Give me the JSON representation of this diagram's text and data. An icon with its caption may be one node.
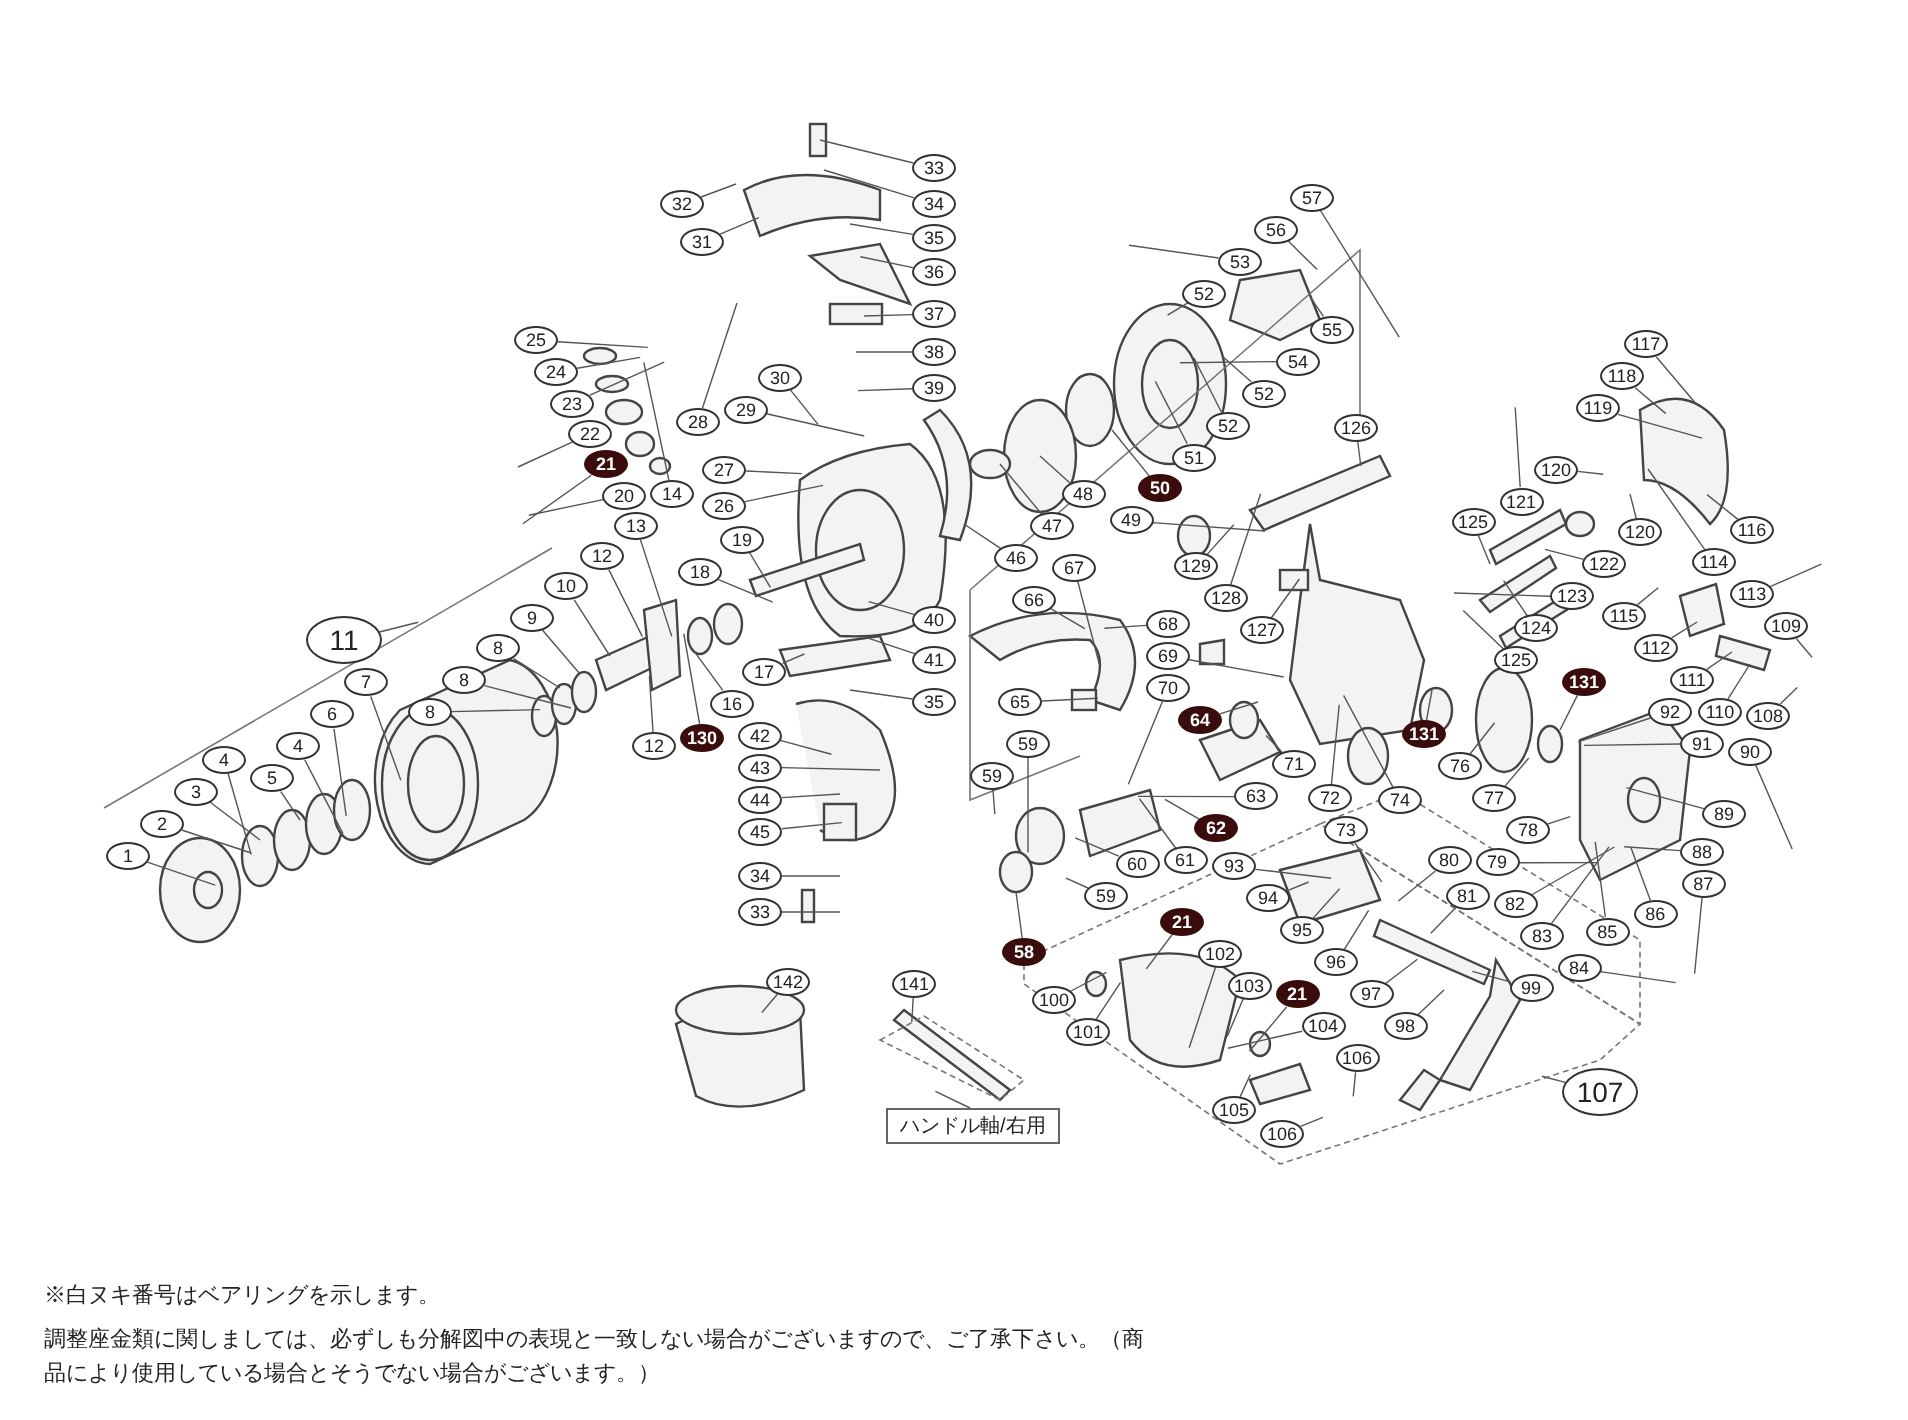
{
  "diagram": {
    "nodes": [
      {
        "text": [
          "33"
        ]
      },
      {
        "text": [
          "34"
        ]
      },
      {
        "text": [
          "32"
        ]
      },
      {
        "text": [
          "35"
        ]
      },
      {
        "text": [
          "31"
        ]
      },
      {
        "text": [
          "36"
        ]
      },
      {
        "text": [
          "37"
        ]
      },
      {
        "text": [
          "38"
        ]
      },
      {
        "text": [
          "25"
        ]
      },
      {
        "text": [
          "30"
        ]
      },
      {
        "text": [
          "39"
        ]
      },
      {
        "text": [
          "24"
        ]
      },
      {
        "text": [
          "29"
        ]
      },
      {
        "text": [
          "23"
        ]
      },
      {
        "text": [
          "28"
        ]
      },
      {
        "text": [
          "22"
        ]
      },
      {
        "text": [
          "27"
        ]
      },
      {
        "text": [
          "21"
        ]
      },
      {
        "text": [
          "20"
        ]
      },
      {
        "text": [
          "26"
        ]
      },
      {
        "text": [
          "19"
        ]
      },
      {
        "text": [
          "14"
        ]
      },
      {
        "text": [
          "13"
        ]
      },
      {
        "text": [
          "12"
        ]
      },
      {
        "text": [
          "18"
        ]
      },
      {
        "text": [
          "10"
        ]
      },
      {
        "text": [
          "9"
        ]
      },
      {
        "text": [
          "8"
        ]
      },
      {
        "text": [
          "8"
        ]
      },
      {
        "text": [
          "8"
        ]
      },
      {
        "text": [
          "11"
        ]
      },
      {
        "text": [
          "7"
        ]
      },
      {
        "text": [
          "6"
        ]
      },
      {
        "text": [
          "4"
        ]
      },
      {
        "text": [
          "5"
        ]
      },
      {
        "text": [
          "4"
        ]
      },
      {
        "text": [
          "3"
        ]
      },
      {
        "text": [
          "2"
        ]
      },
      {
        "text": [
          "1"
        ]
      },
      {
        "text": [
          "40"
        ]
      },
      {
        "text": [
          "41"
        ]
      },
      {
        "text": [
          "17"
        ]
      },
      {
        "text": [
          "16"
        ]
      },
      {
        "text": [
          "35"
        ]
      },
      {
        "text": [
          "130"
        ]
      },
      {
        "text": [
          "12"
        ]
      },
      {
        "text": [
          "42"
        ]
      },
      {
        "text": [
          "43"
        ]
      },
      {
        "text": [
          "44"
        ]
      },
      {
        "text": [
          "45"
        ]
      },
      {
        "text": [
          "34"
        ]
      },
      {
        "text": [
          "33"
        ]
      },
      {
        "text": [
          "57"
        ]
      },
      {
        "text": [
          "56"
        ]
      },
      {
        "text": [
          "53"
        ]
      },
      {
        "text": [
          "52"
        ]
      },
      {
        "text": [
          "55"
        ]
      },
      {
        "text": [
          "54"
        ]
      },
      {
        "text": [
          "52"
        ]
      },
      {
        "text": [
          "52"
        ]
      },
      {
        "text": [
          "51"
        ]
      },
      {
        "text": [
          "50"
        ]
      },
      {
        "text": [
          "49"
        ]
      },
      {
        "text": [
          "48"
        ]
      },
      {
        "text": [
          "47"
        ]
      },
      {
        "text": [
          "46"
        ]
      },
      {
        "text": [
          "126"
        ]
      },
      {
        "text": [
          "117"
        ]
      },
      {
        "text": [
          "118"
        ]
      },
      {
        "text": [
          "119"
        ]
      },
      {
        "text": [
          "121"
        ]
      },
      {
        "text": [
          "120"
        ]
      },
      {
        "text": [
          "125"
        ]
      },
      {
        "text": [
          "120"
        ]
      },
      {
        "text": [
          "116"
        ]
      },
      {
        "text": [
          "129"
        ]
      },
      {
        "text": [
          "122"
        ]
      },
      {
        "text": [
          "114"
        ]
      },
      {
        "text": [
          "128"
        ]
      },
      {
        "text": [
          "113"
        ]
      },
      {
        "text": [
          "123"
        ]
      },
      {
        "text": [
          "66"
        ]
      },
      {
        "text": [
          "67"
        ]
      },
      {
        "text": [
          "109"
        ]
      },
      {
        "text": [
          "124"
        ]
      },
      {
        "text": [
          "127"
        ]
      },
      {
        "text": [
          "68"
        ]
      },
      {
        "text": [
          "115"
        ]
      },
      {
        "text": [
          "125"
        ]
      },
      {
        "text": [
          "112"
        ]
      },
      {
        "text": [
          "69"
        ]
      },
      {
        "text": [
          "111"
        ]
      },
      {
        "text": [
          "70"
        ]
      },
      {
        "text": [
          "131"
        ]
      },
      {
        "text": [
          "110"
        ]
      },
      {
        "text": [
          "65"
        ]
      },
      {
        "text": [
          "64"
        ]
      },
      {
        "text": [
          "92"
        ]
      },
      {
        "text": [
          "108"
        ]
      },
      {
        "text": [
          "91"
        ]
      },
      {
        "text": [
          "90"
        ]
      },
      {
        "text": [
          "59"
        ]
      },
      {
        "text": [
          "131"
        ]
      },
      {
        "text": [
          "59"
        ]
      },
      {
        "text": [
          "76"
        ]
      },
      {
        "text": [
          "71"
        ]
      },
      {
        "text": [
          "77"
        ]
      },
      {
        "text": [
          "74"
        ]
      },
      {
        "text": [
          "72"
        ]
      },
      {
        "text": [
          "63"
        ]
      },
      {
        "text": [
          "89"
        ]
      },
      {
        "text": [
          "78"
        ]
      },
      {
        "text": [
          "73"
        ]
      },
      {
        "text": [
          "62"
        ]
      },
      {
        "text": [
          "79"
        ]
      },
      {
        "text": [
          "61"
        ]
      },
      {
        "text": [
          "80"
        ]
      },
      {
        "text": [
          "88"
        ]
      },
      {
        "text": [
          "60"
        ]
      },
      {
        "text": [
          "87"
        ]
      },
      {
        "text": [
          "59"
        ]
      },
      {
        "text": [
          "81"
        ]
      },
      {
        "text": [
          "93"
        ]
      },
      {
        "text": [
          "82"
        ]
      },
      {
        "text": [
          "86"
        ]
      },
      {
        "text": [
          "58"
        ]
      },
      {
        "text": [
          "94"
        ]
      },
      {
        "text": [
          "21"
        ]
      },
      {
        "text": [
          "83"
        ]
      },
      {
        "text": [
          "85"
        ]
      },
      {
        "text": [
          "95"
        ]
      },
      {
        "text": [
          "84"
        ]
      },
      {
        "text": [
          "102"
        ]
      },
      {
        "text": [
          "96"
        ]
      },
      {
        "text": [
          "103"
        ]
      },
      {
        "text": [
          "97"
        ]
      },
      {
        "text": [
          "141"
        ]
      },
      {
        "text": [
          "142"
        ]
      },
      {
        "text": [
          "99"
        ]
      },
      {
        "text": [
          "21"
        ]
      },
      {
        "text": [
          "98"
        ]
      },
      {
        "text": [
          "100"
        ]
      },
      {
        "text": [
          "104"
        ]
      },
      {
        "text": [
          "101"
        ]
      },
      {
        "text": [
          "106"
        ]
      },
      {
        "text": [
          "107"
        ]
      },
      {
        "text": [
          "105"
        ]
      },
      {
        "text": [
          "106"
        ]
      },
      {
        "text": [
          "ハンドル軸/右用"
        ]
      }
    ],
    "edges": [
      {
        "from": 0,
        "to": null,
        "arrow": "none"
      },
      {
        "from": 1,
        "to": null,
        "arrow": "none"
      },
      {
        "from": 2,
        "to": null,
        "arrow": "none"
      },
      {
        "from": 3,
        "to": null,
        "arrow": "none"
      },
      {
        "from": 4,
        "to": null,
        "arrow": "none"
      },
      {
        "from": 5,
        "to": null,
        "arrow": "none"
      },
      {
        "from": 6,
        "to": null,
        "arrow": "none"
      },
      {
        "from": 7,
        "to": null,
        "arrow": "none"
      },
      {
        "from": 8,
        "to": null,
        "arrow": "none"
      },
      {
        "from": 9,
        "to": null,
        "arrow": "none"
      },
      {
        "from": 10,
        "to": null,
        "arrow": "none"
      },
      {
        "from": 11,
        "to": null,
        "arrow": "none"
      },
      {
        "from": 12,
        "to": null,
        "arrow": "none"
      },
      {
        "from": 13,
        "to": null,
        "arrow": "none"
      },
      {
        "from": 14,
        "to": null,
        "arrow": "none"
      },
      {
        "from": 15,
        "to": null,
        "arrow": "none"
      },
      {
        "from": 16,
        "to": null,
        "arrow": "none"
      },
      {
        "from": 17,
        "to": null,
        "arrow": "none"
      },
      {
        "from": 18,
        "to": null,
        "arrow": "none"
      },
      {
        "from": 19,
        "to": null,
        "arrow": "none"
      },
      {
        "from": 20,
        "to": null,
        "arrow": "none"
      },
      {
        "from": 21,
        "to": null,
        "arrow": "none"
      },
      {
        "from": 22,
        "to": null,
        "arrow": "none"
      },
      {
        "from": 23,
        "to": null,
        "arrow": "none"
      },
      {
        "from": 24,
        "to": null,
        "arrow": "none"
      },
      {
        "from": 25,
        "to": null,
        "arrow": "none"
      },
      {
        "from": 26,
        "to": null,
        "arrow": "none"
      },
      {
        "from": 27,
        "to": null,
        "arrow": "none"
      },
      {
        "from": 28,
        "to": null,
        "arrow": "none"
      },
      {
        "from": 29,
        "to": null,
        "arrow": "none"
      },
      {
        "from": 30,
        "to": null,
        "arrow": "none"
      },
      {
        "from": 31,
        "to": null,
        "arrow": "none"
      },
      {
        "from": 32,
        "to": null,
        "arrow": "none"
      },
      {
        "from": 33,
        "to": null,
        "arrow": "none"
      },
      {
        "from": 34,
        "to": null,
        "arrow": "none"
      },
      {
        "from": 35,
        "to": null,
        "arrow": "none"
      },
      {
        "from": 36,
        "to": null,
        "arrow": "none"
      },
      {
        "from": 37,
        "to": null,
        "arrow": "none"
      },
      {
        "from": 38,
        "to": null,
        "arrow": "none"
      },
      {
        "from": 39,
        "to": null,
        "arrow": "none"
      },
      {
        "from": 40,
        "to": null,
        "arrow": "none"
      },
      {
        "from": 41,
        "to": null,
        "arrow": "none"
      },
      {
        "from": 42,
        "to": null,
        "arrow": "none"
      },
      {
        "from": 43,
        "to": null,
        "arrow": "none"
      },
      {
        "from": 44,
        "to": null,
        "arrow": "none"
      },
      {
        "from": 45,
        "to": null,
        "arrow": "none"
      },
      {
        "from": 46,
        "to": null,
        "arrow": "none"
      },
      {
        "from": 47,
        "to": null,
        "arrow": "none"
      },
      {
        "from": 48,
        "to": null,
        "arrow": "none"
      },
      {
        "from": 49,
        "to": null,
        "arrow": "none"
      },
      {
        "from": 50,
        "to": null,
        "arrow": "none"
      },
      {
        "from": 51,
        "to": null,
        "arrow": "none"
      },
      {
        "from": 52,
        "to": null,
        "arrow": "none"
      },
      {
        "from": 53,
        "to": null,
        "arrow": "none"
      },
      {
        "from": 54,
        "to": null,
        "arrow": "none"
      },
      {
        "from": 55,
        "to": null,
        "arrow": "none"
      },
      {
        "from": 56,
        "to": null,
        "arrow": "none"
      },
      {
        "from": 57,
        "to": null,
        "arrow": "none"
      },
      {
        "from": 58,
        "to": null,
        "arrow": "none"
      },
      {
        "from": 59,
        "to": null,
        "arrow": "none"
      },
      {
        "from": 60,
        "to": null,
        "arrow": "none"
      },
      {
        "from": 61,
        "to": null,
        "arrow": "none"
      },
      {
        "from": 62,
        "to": null,
        "arrow": "none"
      },
      {
        "from": 63,
        "to": null,
        "arrow": "none"
      },
      {
        "from": 64,
        "to": null,
        "arrow": "none"
      },
      {
        "from": 65,
        "to": null,
        "arrow": "none"
      },
      {
        "from": 66,
        "to": null,
        "arrow": "none"
      },
      {
        "from": 67,
        "to": null,
        "arrow": "none"
      },
      {
        "from": 68,
        "to": null,
        "arrow": "none"
      },
      {
        "from": 69,
        "to": null,
        "arrow": "none"
      },
      {
        "from": 70,
        "to": null,
        "arrow": "none"
      },
      {
        "from": 71,
        "to": null,
        "arrow": "none"
      },
      {
        "from": 72,
        "to": null,
        "arrow": "none"
      },
      {
        "from": 73,
        "to": null,
        "arrow": "none"
      },
      {
        "from": 74,
        "to": null,
        "arrow": "none"
      },
      {
        "from": 75,
        "to": null,
        "arrow": "none"
      },
      {
        "from": 76,
        "to": null,
        "arrow": "none"
      },
      {
        "from": 77,
        "to": null,
        "arrow": "none"
      },
      {
        "from": 78,
        "to": null,
        "arrow": "none"
      },
      {
        "from": 79,
        "to": null,
        "arrow": "none"
      },
      {
        "from": 80,
        "to": null,
        "arrow": "none"
      },
      {
        "from": 81,
        "to": null,
        "arrow": "none"
      },
      {
        "from": 82,
        "to": null,
        "arrow": "none"
      },
      {
        "from": 83,
        "to": null,
        "arrow": "none"
      },
      {
        "from": 84,
        "to": null,
        "arrow": "none"
      },
      {
        "from": 85,
        "to": null,
        "arrow": "none"
      },
      {
        "from": 86,
        "to": null,
        "arrow": "none"
      },
      {
        "from": 87,
        "to": null,
        "arrow": "none"
      },
      {
        "from": 88,
        "to": null,
        "arrow": "none"
      },
      {
        "from": 89,
        "to": null,
        "arrow": "none"
      },
      {
        "from": 90,
        "to": null,
        "arrow": "none"
      },
      {
        "from": 91,
        "to": null,
        "arrow": "none"
      },
      {
        "from": 92,
        "to": null,
        "arrow": "none"
      },
      {
        "from": 93,
        "to": null,
        "arrow": "none"
      },
      {
        "from": 94,
        "to": null,
        "arrow": "none"
      },
      {
        "from": 95,
        "to": null,
        "arrow": "none"
      },
      {
        "from": 96,
        "to": null,
        "arrow": "none"
      },
      {
        "from": 97,
        "to": null,
        "arrow": "none"
      },
      {
        "from": 98,
        "to": null,
        "arrow": "none"
      },
      {
        "from": 99,
        "to": null,
        "arrow": "none"
      },
      {
        "from": 100,
        "to": null,
        "arrow": "none"
      },
      {
        "from": 101,
        "to": null,
        "arrow": "none"
      },
      {
        "from": 102,
        "to": null,
        "arrow": "none"
      },
      {
        "from": 103,
        "to": null,
        "arrow": "none"
      },
      {
        "from": 104,
        "to": null,
        "arrow": "none"
      },
      {
        "from": 105,
        "to": null,
        "arrow": "none"
      },
      {
        "from": 106,
        "to": null,
        "arrow": "none"
      },
      {
        "from": 107,
        "to": null,
        "arrow": "none"
      },
      {
        "from": 108,
        "to": null,
        "arrow": "none"
      },
      {
        "from": 109,
        "to": null,
        "arrow": "none"
      },
      {
        "from": 110,
        "to": null,
        "arrow": "none"
      },
      {
        "from": 111,
        "to": null,
        "arrow": "none"
      },
      {
        "from": 112,
        "to": null,
        "arrow": "none"
      },
      {
        "from": 113,
        "to": null,
        "arrow": "none"
      },
      {
        "from": 114,
        "to": null,
        "arrow": "none"
      },
      {
        "from": 115,
        "to": null,
        "arrow": "none"
      },
      {
        "from": 116,
        "to": null,
        "arrow": "none"
      },
      {
        "from": 117,
        "to": null,
        "arrow": "none"
      },
      {
        "from": 118,
        "to": null,
        "arrow": "none"
      },
      {
        "from": 119,
        "to": null,
        "arrow": "none"
      },
      {
        "from": 120,
        "to": null,
        "arrow": "none"
      },
      {
        "from": 121,
        "to": null,
        "arrow": "none"
      },
      {
        "from": 122,
        "to": null,
        "arrow": "none"
      },
      {
        "from": 123,
        "to": null,
        "arrow": "none"
      },
      {
        "from": 124,
        "to": null,
        "arrow": "none"
      },
      {
        "from": 125,
        "to": null,
        "arrow": "none"
      },
      {
        "from": 126,
        "to": null,
        "arrow": "none"
      },
      {
        "from": 127,
        "to": null,
        "arrow": "none"
      },
      {
        "from": 128,
        "to": null,
        "arrow": "none"
      },
      {
        "from": 129,
        "to": null,
        "arrow": "none"
      },
      {
        "from": 130,
        "to": null,
        "arrow": "none"
      },
      {
        "from": 131,
        "to": null,
        "arrow": "none"
      },
      {
        "from": 132,
        "to": null,
        "arrow": "none"
      },
      {
        "from": 133,
        "to": null,
        "arrow": "none"
      },
      {
        "from": 134,
        "to": null,
        "arrow": "none"
      },
      {
        "from": 135,
        "to": null,
        "arrow": "none"
      },
      {
        "from": 136,
        "to": null,
        "arrow": "none"
      },
      {
        "from": 137,
        "to": null,
        "arrow": "none"
      },
      {
        "from": 138,
        "to": null,
        "arrow": "none"
      },
      {
        "from": 139,
        "to": null,
        "arrow": "none"
      },
      {
        "from": 140,
        "to": null,
        "arrow": "none"
      },
      {
        "from": 141,
        "to": null,
        "arrow": "none"
      },
      {
        "from": 142,
        "to": null,
        "arrow": "none"
      },
      {
        "from": 143,
        "to": null,
        "arrow": "none"
      },
      {
        "from": 144,
        "to": null,
        "arrow": "none"
      },
      {
        "from": 145,
        "to": null,
        "arrow": "none"
      },
      {
        "from": 146,
        "to": null,
        "arrow": "none"
      },
      {
        "from": 147,
        "to": null,
        "arrow": "none"
      },
      {
        "from": 148,
        "to": null,
        "arrow": "none"
      }
    ],
    "labels": [
      "※白ヌキ番号はベアリングを示します。",
      "調整座金類に関しましては、必ずしも分解図中の表現と一致しない場合がございますので、ご了承下さい。（商品により使用している場合とそうでない場合がございます。）"
    ]
  }
}
